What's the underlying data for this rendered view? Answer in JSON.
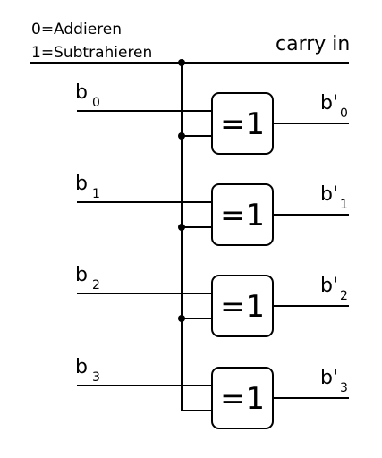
{
  "legend": {
    "line1": "0=Addieren",
    "line2": "1=Subtrahieren"
  },
  "carry_in_label": "carry in",
  "gate_label": "=1",
  "inputs": [
    {
      "base": "b",
      "sub": "0"
    },
    {
      "base": "b",
      "sub": "1"
    },
    {
      "base": "b",
      "sub": "2"
    },
    {
      "base": "b",
      "sub": "3"
    }
  ],
  "outputs": [
    {
      "base": "b'",
      "sub": "0"
    },
    {
      "base": "b'",
      "sub": "1"
    },
    {
      "base": "b'",
      "sub": "2"
    },
    {
      "base": "b'",
      "sub": "3"
    }
  ],
  "colors": {
    "stroke": "#000000",
    "background": "#ffffff"
  }
}
